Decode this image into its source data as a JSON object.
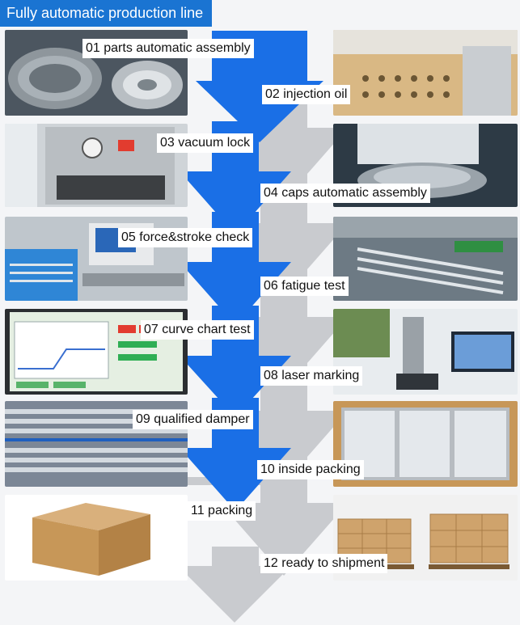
{
  "header": {
    "title": "Fully automatic production line"
  },
  "colors": {
    "arrow_blue": "#1a6fe6",
    "arrow_gray": "#c9cbcf",
    "header_blue": "#1a74d2"
  },
  "steps": [
    {
      "label": "01 parts automatic assembly"
    },
    {
      "label": "02 injection oil"
    },
    {
      "label": "03 vacuum lock"
    },
    {
      "label": "04 caps automatic assembly"
    },
    {
      "label": "05 force&stroke check"
    },
    {
      "label": "06 fatigue test"
    },
    {
      "label": "07 curve chart test"
    },
    {
      "label": "08 laser marking"
    },
    {
      "label": "09 qualified damper"
    },
    {
      "label": "10  inside packing"
    },
    {
      "label": "11 packing"
    },
    {
      "label": "12 ready to shipment"
    }
  ],
  "photos": {
    "p01": "parts feeder bowls photo",
    "p02": "injection oil machine photo",
    "p03": "vacuum lock machine photo",
    "p04": "caps assembly machine photo",
    "p05": "force stroke checker photo",
    "p06": "fatigue test rig photo",
    "p07": "curve chart test screen photo",
    "p08": "laser marking machine photo",
    "p09": "qualified dampers photo",
    "p10": "inside packing photo",
    "p11": "cardboard box photo",
    "p12": "pallets of boxes photo"
  }
}
